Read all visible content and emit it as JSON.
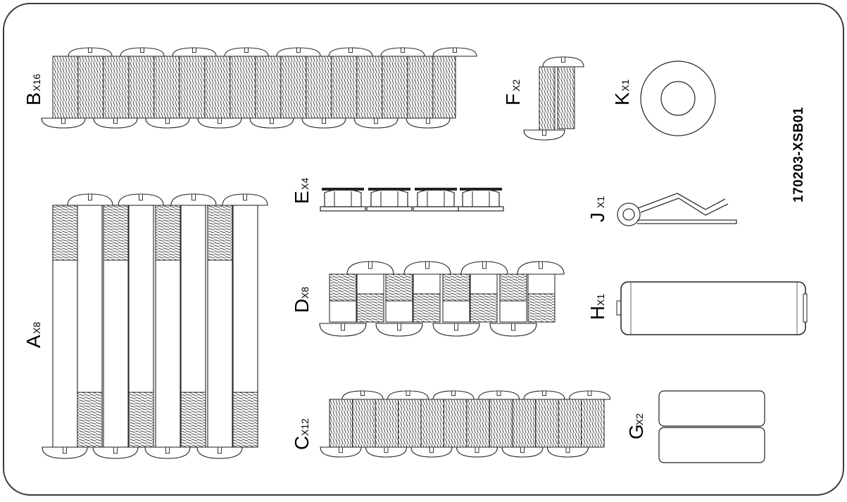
{
  "sheet": {
    "code": "170203-XSB01",
    "border_color": "#3a3a3a",
    "line_color": "#000000",
    "thread_color": "#555555"
  },
  "parts": [
    {
      "id": "B",
      "letter": "B",
      "qty": "X16"
    },
    {
      "id": "A",
      "letter": "A",
      "qty": "X8"
    },
    {
      "id": "F",
      "letter": "F",
      "qty": "X2"
    },
    {
      "id": "E",
      "letter": "E",
      "qty": "X4"
    },
    {
      "id": "D",
      "letter": "D",
      "qty": "X8"
    },
    {
      "id": "C",
      "letter": "C",
      "qty": "X12"
    },
    {
      "id": "K",
      "letter": "K",
      "qty": "X1"
    },
    {
      "id": "J",
      "letter": "J",
      "qty": "X1"
    },
    {
      "id": "H",
      "letter": "H",
      "qty": "X1"
    },
    {
      "id": "G",
      "letter": "G",
      "qty": "X2"
    }
  ]
}
